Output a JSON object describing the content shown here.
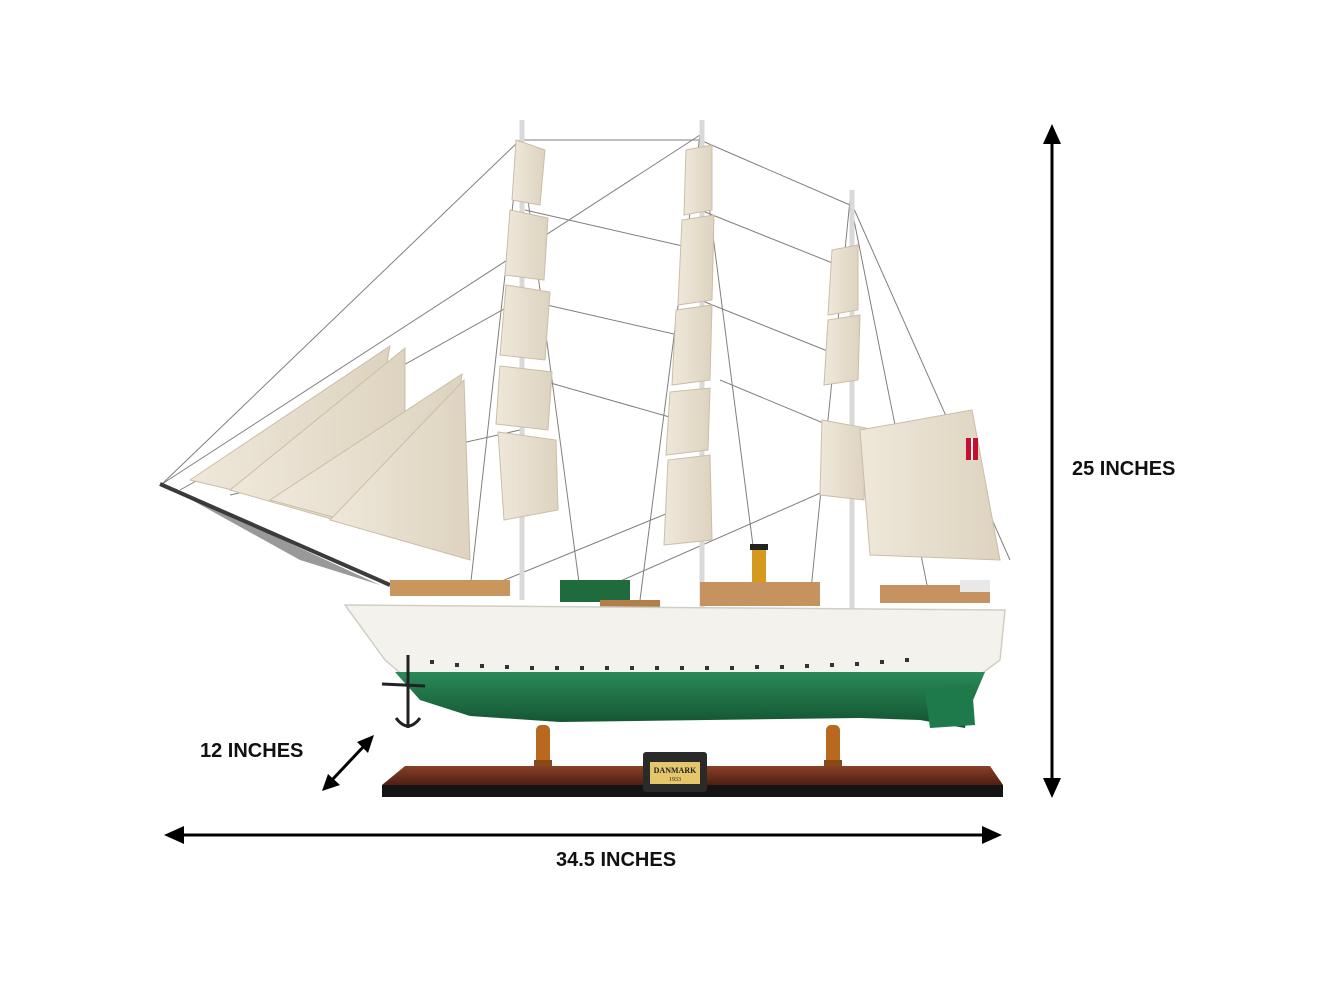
{
  "dimensions": {
    "height_label": "25 INCHES",
    "depth_label": "12 INCHES",
    "width_label": "34.5 INCHES"
  },
  "plaque": {
    "name": "DANMARK",
    "year": "1933"
  },
  "colors": {
    "hull_white": "#f4f2ec",
    "hull_green": "#1f7a4a",
    "sail_canvas": "#ebe3d3",
    "stand_wood": "#6b2f1c",
    "arrow": "#000000"
  }
}
